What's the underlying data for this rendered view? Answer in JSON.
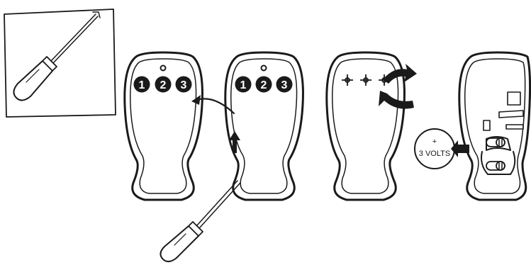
{
  "remote_buttons": [
    "1",
    "2",
    "3"
  ],
  "battery": {
    "polarity": "+",
    "voltage_label": "3 VOLTS"
  },
  "icons": {
    "tool": "screwdriver-icon",
    "arrows": [
      "arrow-up-icon",
      "arrow-curved-icon",
      "arrow-rotate-icon",
      "arrow-left-icon"
    ]
  },
  "colors": {
    "ink": "#1a1a1a",
    "background": "#ffffff"
  }
}
